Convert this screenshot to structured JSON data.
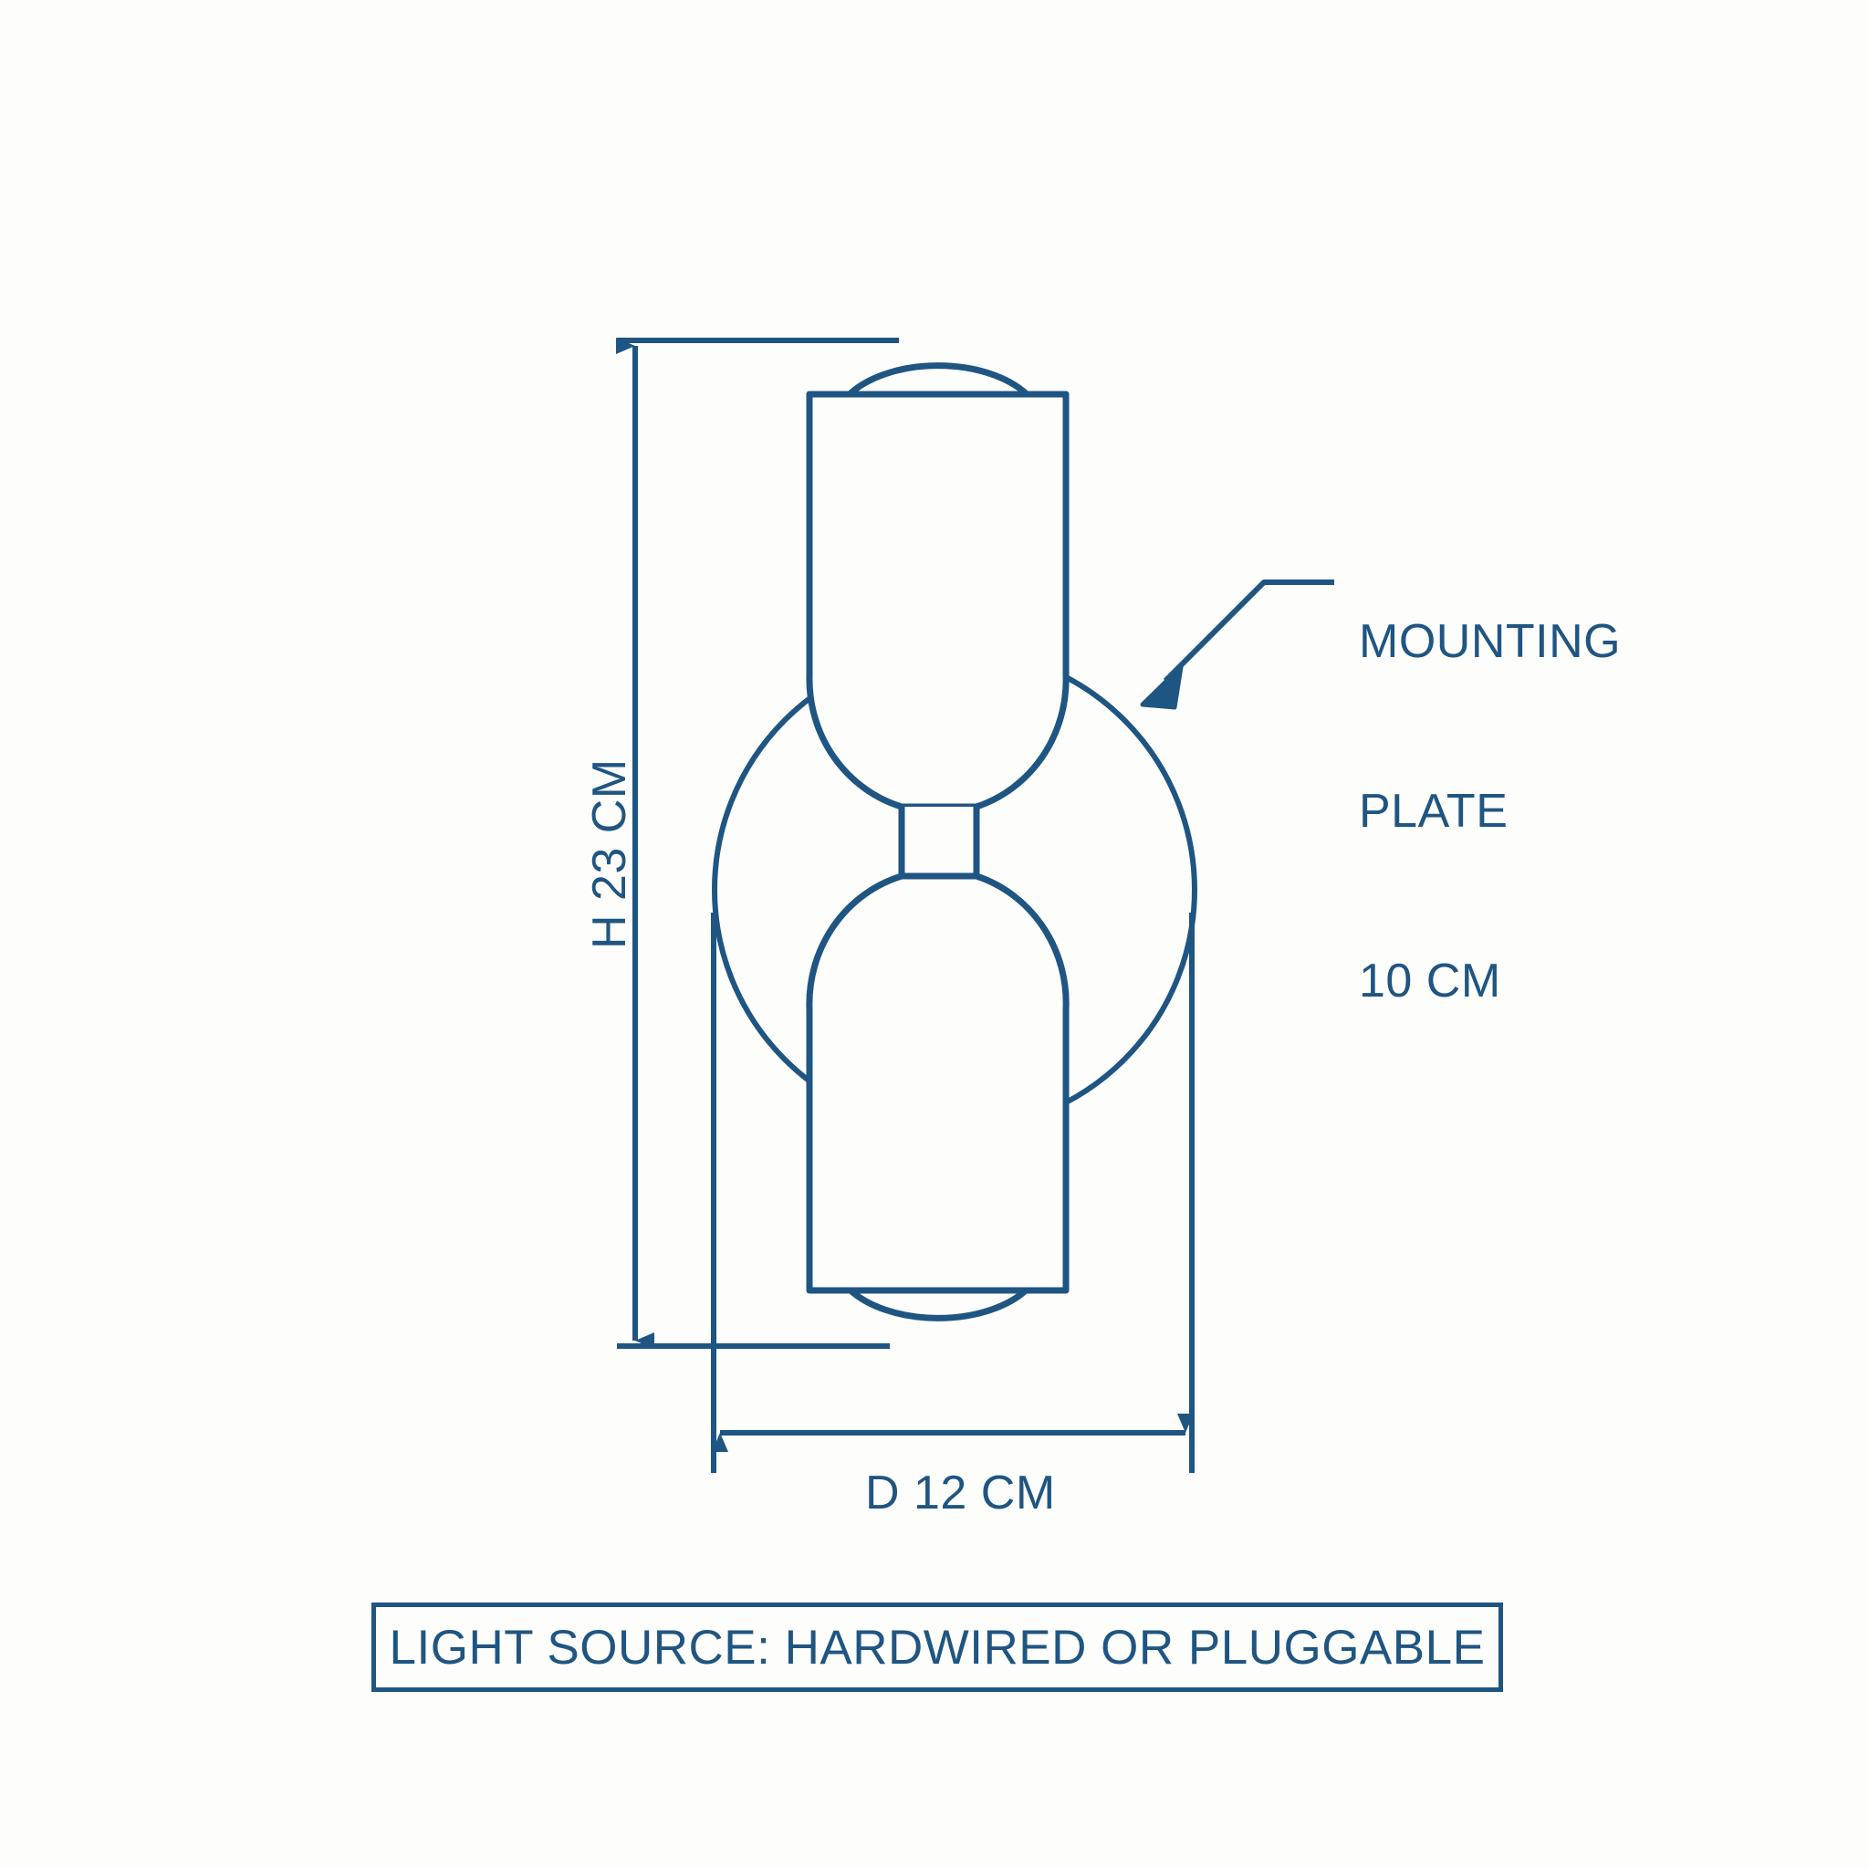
{
  "diagram": {
    "title": "Wall sconce dimensional drawing",
    "background_color": "#fdfdfb",
    "line_color": "#1f5582",
    "annotations": {
      "mounting_plate": {
        "line1": "MOUNTING",
        "line2": "PLATE",
        "line3": "10 CM",
        "full": "MOUNTING PLATE 10 CM",
        "leader_icon": "arrow-icon"
      },
      "height_dimension": {
        "label": "H 23 CM",
        "value": 23,
        "unit": "CM",
        "axis": "vertical",
        "icon": "double-arrow-vertical-icon"
      },
      "depth_dimension": {
        "label": "D 12 CM",
        "value": 12,
        "unit": "CM",
        "axis": "horizontal",
        "icon": "double-arrow-horizontal-icon"
      }
    },
    "caption": {
      "text": "LIGHT SOURCE: HARDWIRED OR PLUGGABLE"
    },
    "parts": [
      {
        "name": "mounting-plate-circle",
        "shape": "circle"
      },
      {
        "name": "upper-shade-cylinder",
        "shape": "rounded-rectangle"
      },
      {
        "name": "upper-shade-dome",
        "shape": "arc"
      },
      {
        "name": "connector-neck",
        "shape": "rectangle"
      },
      {
        "name": "lower-shade-cylinder",
        "shape": "rounded-rectangle"
      },
      {
        "name": "lower-shade-dome",
        "shape": "arc"
      }
    ]
  }
}
